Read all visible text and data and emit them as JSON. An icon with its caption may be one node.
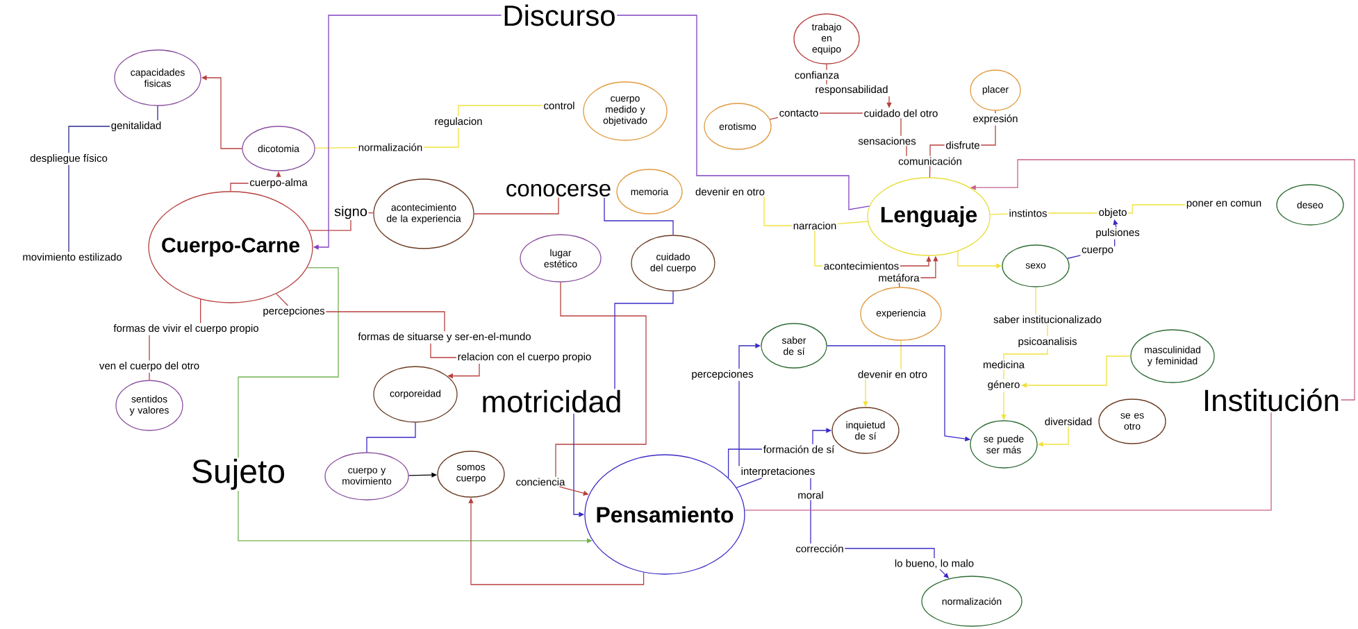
{
  "diagram": {
    "nodes": [
      {
        "text": [
          "capacidades fisicas"
        ]
      },
      {
        "text": [
          "dicotomia"
        ]
      },
      {
        "text": [
          "Cuerpo-Carne"
        ]
      },
      {
        "text": [
          "acontecimiento de la experiencia"
        ]
      },
      {
        "text": [
          "cuerpo medido y objetivado"
        ]
      },
      {
        "text": [
          "erotismo"
        ]
      },
      {
        "text": [
          "trabajo en equipo"
        ]
      },
      {
        "text": [
          "placer"
        ]
      },
      {
        "text": [
          "memoria"
        ]
      },
      {
        "text": [
          "Lenguaje"
        ]
      },
      {
        "text": [
          "deseo"
        ]
      },
      {
        "text": [
          "lugar estético"
        ]
      },
      {
        "text": [
          "cuidado del cuerpo"
        ]
      },
      {
        "text": [
          "sexo"
        ]
      },
      {
        "text": [
          "experiencia"
        ]
      },
      {
        "text": [
          "saber de sí"
        ]
      },
      {
        "text": [
          "masculinidad y feminidad"
        ]
      },
      {
        "text": [
          "sentidos y valores"
        ]
      },
      {
        "text": [
          "corporeidad"
        ]
      },
      {
        "text": [
          "inquietud de sí"
        ]
      },
      {
        "text": [
          "se puede ser más"
        ]
      },
      {
        "text": [
          "se es otro"
        ]
      },
      {
        "text": [
          "cuerpo y movimiento"
        ]
      },
      {
        "text": [
          "somos cuerpo"
        ]
      },
      {
        "text": [
          "Pensamiento"
        ]
      },
      {
        "text": [
          "normalización"
        ]
      },
      {
        "text": [
          "Discurso"
        ]
      },
      {
        "text": [
          "genitalidad"
        ]
      },
      {
        "text": [
          "despliegue físico"
        ]
      },
      {
        "text": [
          "movimiento estilizado"
        ]
      },
      {
        "text": [
          "cuerpo-alma"
        ]
      },
      {
        "text": [
          "signo"
        ]
      },
      {
        "text": [
          "normalización"
        ]
      },
      {
        "text": [
          "regulacion"
        ]
      },
      {
        "text": [
          "control"
        ]
      },
      {
        "text": [
          "conocerse"
        ]
      },
      {
        "text": [
          "devenir en otro"
        ]
      },
      {
        "text": [
          "narracion"
        ]
      },
      {
        "text": [
          "acontecimientos"
        ]
      },
      {
        "text": [
          "metáfora"
        ]
      },
      {
        "text": [
          "confianza"
        ]
      },
      {
        "text": [
          "responsabilidad"
        ]
      },
      {
        "text": [
          "contacto"
        ]
      },
      {
        "text": [
          "cuidado del otro"
        ]
      },
      {
        "text": [
          "sensaciones"
        ]
      },
      {
        "text": [
          "comunicación"
        ]
      },
      {
        "text": [
          "disfrute"
        ]
      },
      {
        "text": [
          "expresión"
        ]
      },
      {
        "text": [
          "instintos"
        ]
      },
      {
        "text": [
          "objeto"
        ]
      },
      {
        "text": [
          "poner en comun"
        ]
      },
      {
        "text": [
          "pulsiones"
        ]
      },
      {
        "text": [
          "cuerpo"
        ]
      },
      {
        "text": [
          "percepciones"
        ]
      },
      {
        "text": [
          "formas de vivir el cuerpo propio"
        ]
      },
      {
        "text": [
          "ven el cuerpo del otro"
        ]
      },
      {
        "text": [
          "formas de situarse y ser-en-el-mundo"
        ]
      },
      {
        "text": [
          "relacion con el cuerpo propio"
        ]
      },
      {
        "text": [
          "motricidad"
        ]
      },
      {
        "text": [
          "Sujeto"
        ]
      },
      {
        "text": [
          "conciencia"
        ]
      },
      {
        "text": [
          "percepciones"
        ]
      },
      {
        "text": [
          "devenir en otro"
        ]
      },
      {
        "text": [
          "formación de sí"
        ]
      },
      {
        "text": [
          "interpretaciones"
        ]
      },
      {
        "text": [
          "moral"
        ]
      },
      {
        "text": [
          "corrección"
        ]
      },
      {
        "text": [
          "lo bueno, lo malo"
        ]
      },
      {
        "text": [
          "saber institucionalizado"
        ]
      },
      {
        "text": [
          "psicoanalisis"
        ]
      },
      {
        "text": [
          "medicina"
        ]
      },
      {
        "text": [
          "género"
        ]
      },
      {
        "text": [
          "diversidad"
        ]
      },
      {
        "text": [
          "Institución"
        ]
      }
    ],
    "edges": [
      {
        "from": 2,
        "to": 30,
        "arrow": "none"
      },
      {
        "from": 30,
        "to": 1,
        "arrow": "to"
      },
      {
        "from": 1,
        "to": 0,
        "arrow": "to"
      },
      {
        "from": 0,
        "to": 27,
        "arrow": "none",
        "color": "#2b2a8c"
      },
      {
        "from": 27,
        "to": 28,
        "arrow": "none",
        "color": "#2b2a8c"
      },
      {
        "from": 28,
        "to": 29,
        "arrow": "none",
        "color": "#2b2a8c"
      },
      {
        "from": 1,
        "to": 32,
        "arrow": "none",
        "color": "#f0e13a"
      },
      {
        "from": 32,
        "to": 33,
        "arrow": "none",
        "color": "#f0e13a"
      },
      {
        "from": 33,
        "to": 34,
        "arrow": "none",
        "color": "#f0e13a"
      },
      {
        "from": 3,
        "to": 31,
        "arrow": "none"
      },
      {
        "from": 31,
        "to": 2,
        "arrow": "none"
      },
      {
        "from": 9,
        "to": 26,
        "arrow": "none",
        "color": "#8040c0"
      },
      {
        "from": 26,
        "to": 2,
        "arrow": "to",
        "color": "#8040c0"
      },
      {
        "from": 3,
        "to": 35,
        "arrow": "none"
      },
      {
        "from": 35,
        "to": 12,
        "arrow": "none",
        "color": "#3a2bc4"
      },
      {
        "from": 36,
        "to": 37,
        "arrow": "none",
        "color": "#f0e13a"
      },
      {
        "from": 37,
        "to": 9,
        "arrow": "none",
        "color": "#f0e13a"
      },
      {
        "from": 37,
        "to": 38,
        "arrow": "none",
        "color": "#f0e13a"
      },
      {
        "from": 38,
        "to": 9,
        "arrow": "to"
      },
      {
        "from": 14,
        "to": 39,
        "arrow": "none"
      },
      {
        "from": 39,
        "to": 9,
        "arrow": "to"
      },
      {
        "from": 6,
        "to": 40,
        "arrow": "none"
      },
      {
        "from": 40,
        "to": 41,
        "arrow": "none"
      },
      {
        "from": 41,
        "to": 43,
        "arrow": "to"
      },
      {
        "from": 5,
        "to": 42,
        "arrow": "none"
      },
      {
        "from": 42,
        "to": 43,
        "arrow": "none"
      },
      {
        "from": 43,
        "to": 44,
        "arrow": "none"
      },
      {
        "from": 44,
        "to": 45,
        "arrow": "none"
      },
      {
        "from": 45,
        "to": 9,
        "arrow": "none"
      },
      {
        "from": 7,
        "to": 47,
        "arrow": "none"
      },
      {
        "from": 47,
        "to": 46,
        "arrow": "none"
      },
      {
        "from": 46,
        "to": 45,
        "arrow": "none"
      },
      {
        "from": 9,
        "to": 48,
        "arrow": "none",
        "color": "#f0e13a"
      },
      {
        "from": 48,
        "to": 49,
        "arrow": "none",
        "color": "#f0e13a"
      },
      {
        "from": 49,
        "to": 50,
        "arrow": "none",
        "color": "#f0e13a"
      },
      {
        "from": 13,
        "to": 52,
        "arrow": "none",
        "color": "#3a2bc4"
      },
      {
        "from": 52,
        "to": 51,
        "arrow": "none",
        "color": "#3a2bc4"
      },
      {
        "from": 51,
        "to": 49,
        "arrow": "to",
        "color": "#3a2bc4"
      },
      {
        "from": 9,
        "to": 13,
        "arrow": "to",
        "color": "#f0e13a"
      },
      {
        "from": 13,
        "to": 68,
        "arrow": "none",
        "color": "#f0e13a"
      },
      {
        "from": 68,
        "to": 69,
        "arrow": "none",
        "color": "#f0e13a"
      },
      {
        "from": 69,
        "to": 70,
        "arrow": "none",
        "color": "#f0e13a"
      },
      {
        "from": 70,
        "to": 71,
        "arrow": "none",
        "color": "#f0e13a"
      },
      {
        "from": 71,
        "to": 20,
        "arrow": "to",
        "color": "#f0e13a"
      },
      {
        "from": 16,
        "to": 71,
        "arrow": "to",
        "color": "#f0e13a"
      },
      {
        "from": 72,
        "to": 20,
        "arrow": "to",
        "color": "#f0e13a"
      },
      {
        "from": 14,
        "to": 62,
        "arrow": "none",
        "color": "#f0e13a"
      },
      {
        "from": 62,
        "to": 19,
        "arrow": "to",
        "color": "#f0e13a"
      },
      {
        "from": 15,
        "to": 20,
        "arrow": "to",
        "color": "#3a2bc4"
      },
      {
        "from": 24,
        "to": 64,
        "arrow": "none",
        "color": "#3a2bc4"
      },
      {
        "from": 64,
        "to": 61,
        "arrow": "none",
        "color": "#3a2bc4"
      },
      {
        "from": 61,
        "to": 15,
        "arrow": "to",
        "color": "#3a2bc4"
      },
      {
        "from": 24,
        "to": 63,
        "arrow": "none",
        "color": "#3a2bc4"
      },
      {
        "from": 63,
        "to": 19,
        "arrow": "to",
        "color": "#3a2bc4"
      },
      {
        "from": 64,
        "to": 65,
        "arrow": "none",
        "color": "#3a2bc4"
      },
      {
        "from": 65,
        "to": 66,
        "arrow": "none",
        "color": "#3a2bc4"
      },
      {
        "from": 66,
        "to": 67,
        "arrow": "none",
        "color": "#3a2bc4"
      },
      {
        "from": 67,
        "to": 25,
        "arrow": "to",
        "color": "#3a2bc4"
      },
      {
        "from": 24,
        "to": 73,
        "arrow": "none",
        "color": "#c9608a"
      },
      {
        "from": 73,
        "to": 9,
        "arrow": "to",
        "color": "#c9608a"
      },
      {
        "from": 2,
        "to": 59,
        "arrow": "none",
        "color": "#71b152"
      },
      {
        "from": 59,
        "to": 24,
        "arrow": "to",
        "color": "#71b152"
      },
      {
        "from": 2,
        "to": 53,
        "arrow": "none"
      },
      {
        "from": 53,
        "to": 56,
        "arrow": "none"
      },
      {
        "from": 56,
        "to": 57,
        "arrow": "none"
      },
      {
        "from": 57,
        "to": 18,
        "arrow": "to"
      },
      {
        "from": 2,
        "to": 54,
        "arrow": "none"
      },
      {
        "from": 54,
        "to": 55,
        "arrow": "none"
      },
      {
        "from": 55,
        "to": 17,
        "arrow": "none"
      },
      {
        "from": 11,
        "to": 60,
        "arrow": "none"
      },
      {
        "from": 12,
        "to": 58,
        "arrow": "none",
        "color": "#3a2bc4"
      },
      {
        "from": 58,
        "to": 24,
        "arrow": "to",
        "color": "#3a2bc4"
      },
      {
        "from": 60,
        "to": 24,
        "arrow": "to"
      },
      {
        "from": 24,
        "to": 23,
        "arrow": "to"
      },
      {
        "from": 18,
        "to": 22,
        "arrow": "none",
        "color": "#3a2bc4"
      },
      {
        "from": 22,
        "to": 23,
        "arrow": "to",
        "color": "#000000"
      }
    ]
  }
}
